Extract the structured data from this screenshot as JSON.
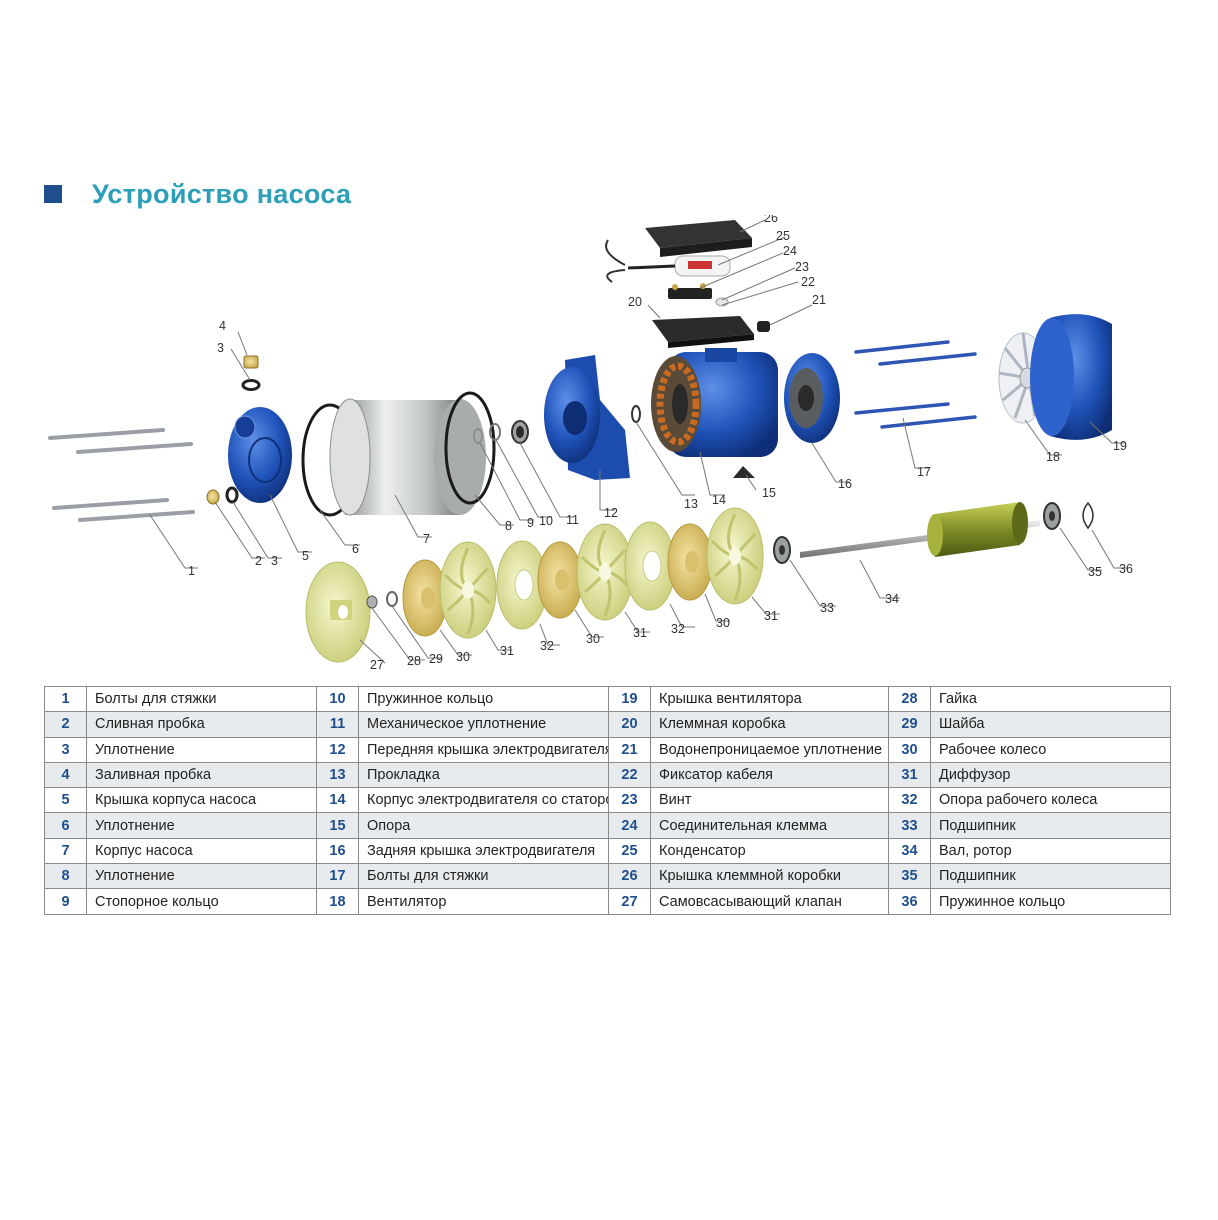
{
  "header": {
    "title": "Устройство насоса"
  },
  "colors": {
    "title": "#2d9fb8",
    "accent": "#1f4e8c",
    "pump_blue": "#1f52b8",
    "impeller": "#e3e6a3",
    "steel": "#c7c9c9",
    "motor_green": "#8c9a2f",
    "copper": "#c05a1c"
  },
  "diagram": {
    "callouts": [
      "1",
      "2",
      "3",
      "4",
      "5",
      "6",
      "7",
      "8",
      "9",
      "10",
      "11",
      "12",
      "13",
      "14",
      "15",
      "16",
      "17",
      "18",
      "19",
      "20",
      "21",
      "22",
      "23",
      "24",
      "25",
      "26",
      "27",
      "28",
      "29",
      "30",
      "31",
      "32",
      "33",
      "34",
      "35",
      "36"
    ],
    "callouts_repeat": [
      "3",
      "23",
      "30",
      "31",
      "32"
    ]
  },
  "parts": [
    {
      "num": "1",
      "name": "Болты для стяжки"
    },
    {
      "num": "2",
      "name": "Сливная пробка"
    },
    {
      "num": "3",
      "name": "Уплотнение"
    },
    {
      "num": "4",
      "name": "Заливная пробка"
    },
    {
      "num": "5",
      "name": "Крышка корпуса насоса"
    },
    {
      "num": "6",
      "name": "Уплотнение"
    },
    {
      "num": "7",
      "name": "Корпус насоса"
    },
    {
      "num": "8",
      "name": "Уплотнение"
    },
    {
      "num": "9",
      "name": "Стопорное кольцо"
    },
    {
      "num": "10",
      "name": "Пружинное кольцо"
    },
    {
      "num": "11",
      "name": "Механическое уплотнение"
    },
    {
      "num": "12",
      "name": "Передняя крышка электродвигателя"
    },
    {
      "num": "13",
      "name": "Прокладка"
    },
    {
      "num": "14",
      "name": "Корпус электродвигателя со статором"
    },
    {
      "num": "15",
      "name": "Опора"
    },
    {
      "num": "16",
      "name": "Задняя крышка электродвигателя"
    },
    {
      "num": "17",
      "name": "Болты для стяжки"
    },
    {
      "num": "18",
      "name": "Вентилятор"
    },
    {
      "num": "19",
      "name": "Крышка вентилятора"
    },
    {
      "num": "20",
      "name": "Клеммная коробка"
    },
    {
      "num": "21",
      "name": "Водонепроницаемое уплотнение"
    },
    {
      "num": "22",
      "name": "Фиксатор кабеля"
    },
    {
      "num": "23",
      "name": "Винт"
    },
    {
      "num": "24",
      "name": "Соединительная клемма"
    },
    {
      "num": "25",
      "name": "Конденсатор"
    },
    {
      "num": "26",
      "name": "Крышка клеммной коробки"
    },
    {
      "num": "27",
      "name": "Самовсасывающий клапан"
    },
    {
      "num": "28",
      "name": "Гайка"
    },
    {
      "num": "29",
      "name": "Шайба"
    },
    {
      "num": "30",
      "name": "Рабочее колесо"
    },
    {
      "num": "31",
      "name": "Диффузор"
    },
    {
      "num": "32",
      "name": "Опора рабочего колеса"
    },
    {
      "num": "33",
      "name": "Подшипник"
    },
    {
      "num": "34",
      "name": "Вал, ротор"
    },
    {
      "num": "35",
      "name": "Подшипник"
    },
    {
      "num": "36",
      "name": "Пружинное кольцо"
    }
  ]
}
